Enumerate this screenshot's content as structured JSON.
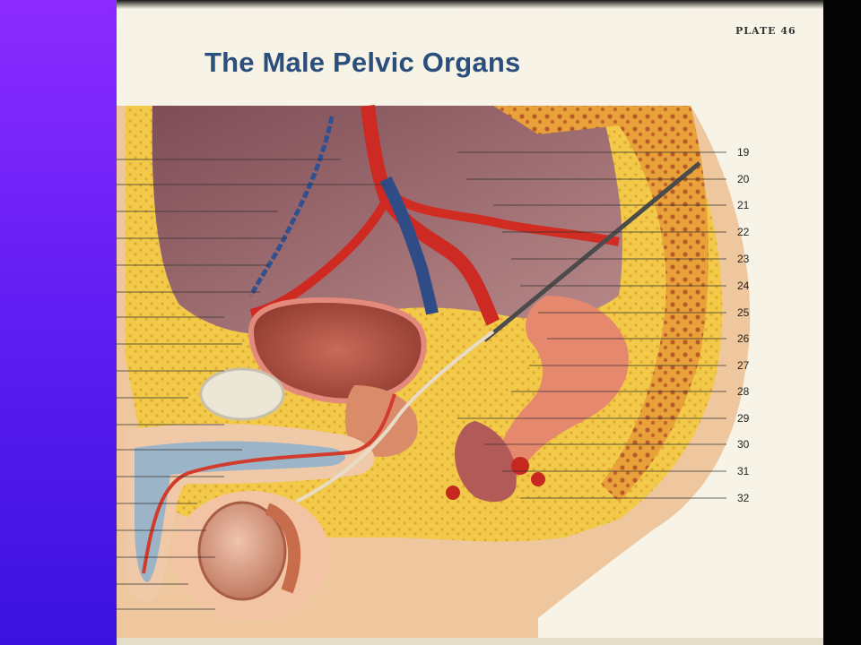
{
  "plate": "PLATE 46",
  "title": "The Male Pelvic Organs",
  "labels": [
    "19",
    "20",
    "21",
    "22",
    "23",
    "24",
    "25",
    "26",
    "27",
    "28",
    "29",
    "30",
    "31",
    "32"
  ]
}
